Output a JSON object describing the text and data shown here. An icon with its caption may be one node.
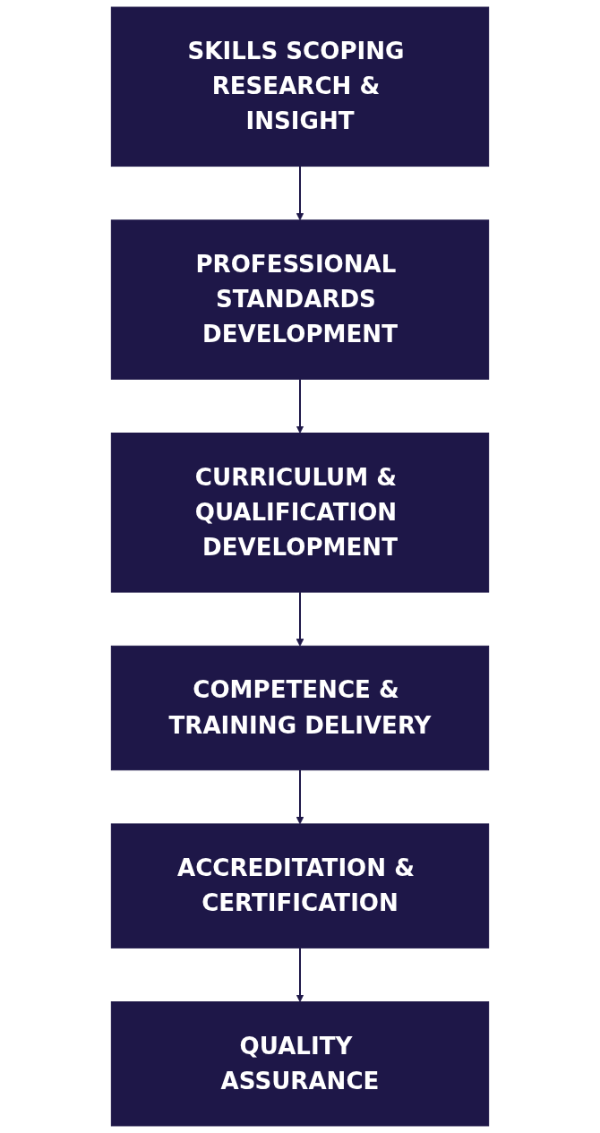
{
  "diagram": {
    "nodes": [
      {
        "text": [
          "SKILLS SCOPING RESEARCH & INSIGHT"
        ]
      },
      {
        "text": [
          "PROFESSIONAL STANDARDS DEVELOPMENT"
        ]
      },
      {
        "text": [
          "CURRICULUM & QUALIFICATION DEVELOPMENT"
        ]
      },
      {
        "text": [
          "COMPETENCE & TRAINING DELIVERY"
        ]
      },
      {
        "text": [
          "ACCREDITATION & CERTIFICATION"
        ]
      },
      {
        "text": [
          "QUALITY ASSURANCE"
        ]
      }
    ],
    "edges": [
      {
        "from": 0,
        "to": 1,
        "arrow": "to"
      },
      {
        "from": 1,
        "to": 2,
        "arrow": "to"
      },
      {
        "from": 2,
        "to": 3,
        "arrow": "to"
      },
      {
        "from": 3,
        "to": 4,
        "arrow": "to"
      },
      {
        "from": 4,
        "to": 5,
        "arrow": "to"
      }
    ]
  }
}
